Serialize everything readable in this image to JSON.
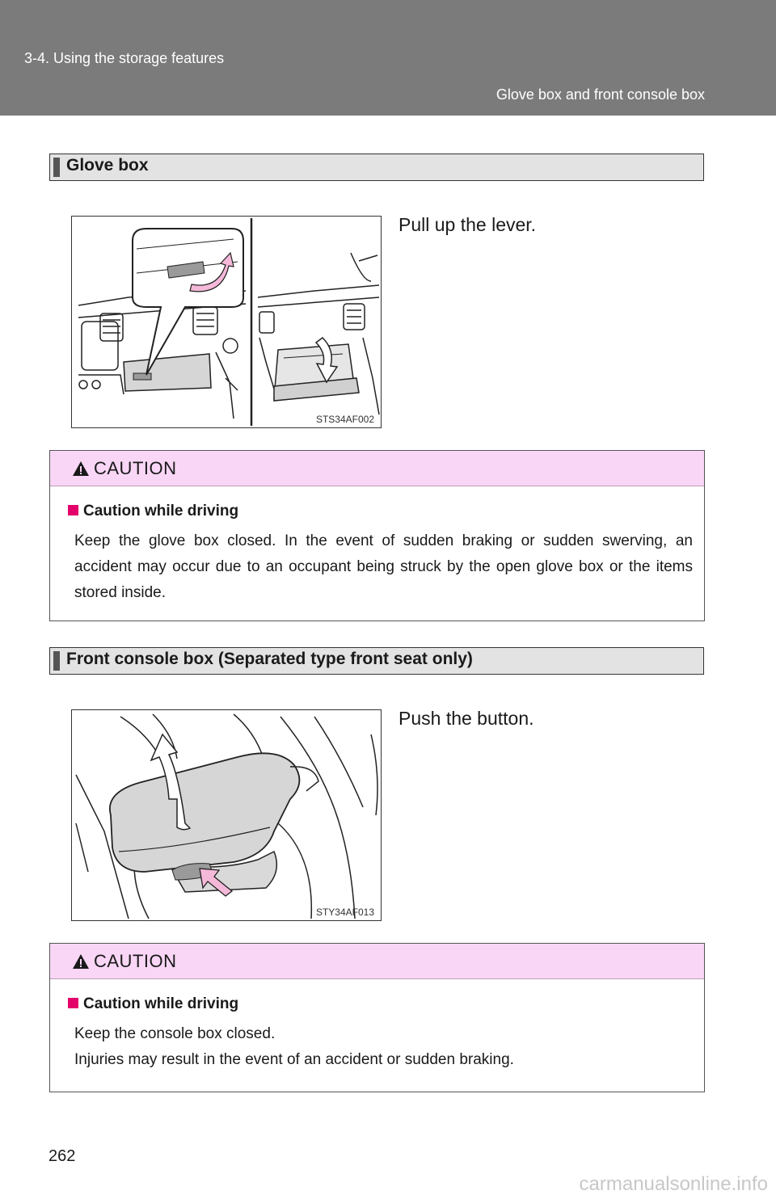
{
  "header": {
    "section": "3-4. Using the storage features",
    "topic": "Glove box and front console box"
  },
  "glove_box": {
    "heading": "Glove box",
    "figure_code": "STS34AF002",
    "instruction": "Pull up the lever.",
    "caution": {
      "title": "CAUTION",
      "topic": "Caution while driving",
      "text": "Keep the glove box closed. In the event of sudden braking or sudden swerving, an accident may occur due to an occupant being struck by the open glove box or the items stored inside."
    }
  },
  "console_box": {
    "heading": "Front console box (Separated type front seat only)",
    "figure_code": "STY34AF013",
    "instruction": "Push the button.",
    "caution": {
      "title": "CAUTION",
      "topic": "Caution while driving",
      "line1": "Keep the console box closed.",
      "line2": "Injuries may result in the event of an accident or sudden braking."
    }
  },
  "page_number": "262",
  "watermark": "carmanualsonline.info",
  "colors": {
    "header_bg": "#7b7b7b",
    "caution_header_bg": "#f9d6f6",
    "bullet": "#e4006a",
    "arrow_fill": "#f4b8d8"
  }
}
